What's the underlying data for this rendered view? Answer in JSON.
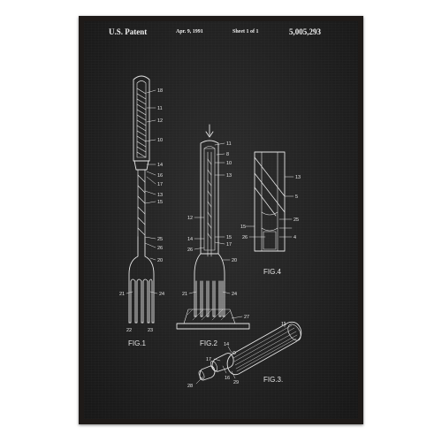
{
  "header": {
    "patent_label": "U.S. Patent",
    "date": "Apr. 9, 1991",
    "sheet": "Sheet 1 of 1",
    "patent_number": "5,005,293"
  },
  "figures": {
    "fig1": "FIG.1",
    "fig2": "FIG.2",
    "fig3": "FIG.3.",
    "fig4": "FIG.4"
  },
  "reference_numerals": {
    "fig1": [
      "18",
      "11",
      "12",
      "10",
      "14",
      "16",
      "17",
      "13",
      "15",
      "25",
      "26",
      "20",
      "21",
      "24",
      "22",
      "23"
    ],
    "fig2": [
      "11",
      "8",
      "10",
      "13",
      "12",
      "14",
      "26",
      "15",
      "17",
      "20",
      "21",
      "24",
      "27"
    ],
    "fig3": [
      "11",
      "14",
      "17",
      "16",
      "28",
      "29"
    ],
    "fig4": [
      "13",
      "5",
      "25",
      "15",
      "26",
      "4"
    ]
  },
  "colors": {
    "frame": "#1e1a18",
    "paper": "#222222",
    "ink": "#e6e6e6"
  }
}
